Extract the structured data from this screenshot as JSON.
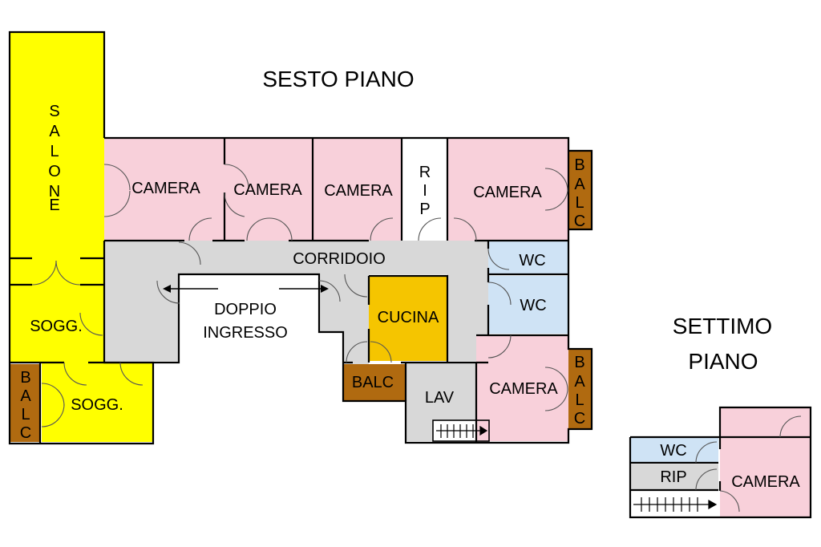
{
  "titles": {
    "sesto_piano": "SESTO PIANO",
    "settimo_piano_line1": "SETTIMO",
    "settimo_piano_line2": "PIANO"
  },
  "rooms": {
    "salone": [
      "S",
      "A",
      "L",
      "O",
      "N",
      "E"
    ],
    "camera_1": "CAMERA",
    "camera_2": "CAMERA",
    "camera_3": "CAMERA",
    "camera_4": "CAMERA",
    "rip_vertical": [
      "R",
      "I",
      "P"
    ],
    "balc_top_right": [
      "B",
      "A",
      "L",
      "C"
    ],
    "corridoio": "CORRIDOIO",
    "wc_1": "WC",
    "wc_2": "WC",
    "sogg_1": "SOGG.",
    "sogg_2": "SOGG.",
    "balc_left": [
      "B",
      "A",
      "L",
      "C"
    ],
    "doppio_ingresso_line1": "DOPPIO",
    "doppio_ingresso_line2": "INGRESSO",
    "cucina": "CUCINA",
    "balc_small": "BALC",
    "lav": "LAV",
    "camera_5": "CAMERA",
    "balc_bottom_right": [
      "B",
      "A",
      "L",
      "C"
    ],
    "settimo_wc": "WC",
    "settimo_rip": "RIP",
    "settimo_camera": "CAMERA"
  },
  "colors": {
    "salone_sogg": "#FFFF00",
    "camera": "#F8D0DA",
    "corridor": "#D8D8D8",
    "wc": "#CFE3F5",
    "cucina": "#F5C500",
    "balcony": "#B06A10",
    "walls": "#000000"
  }
}
